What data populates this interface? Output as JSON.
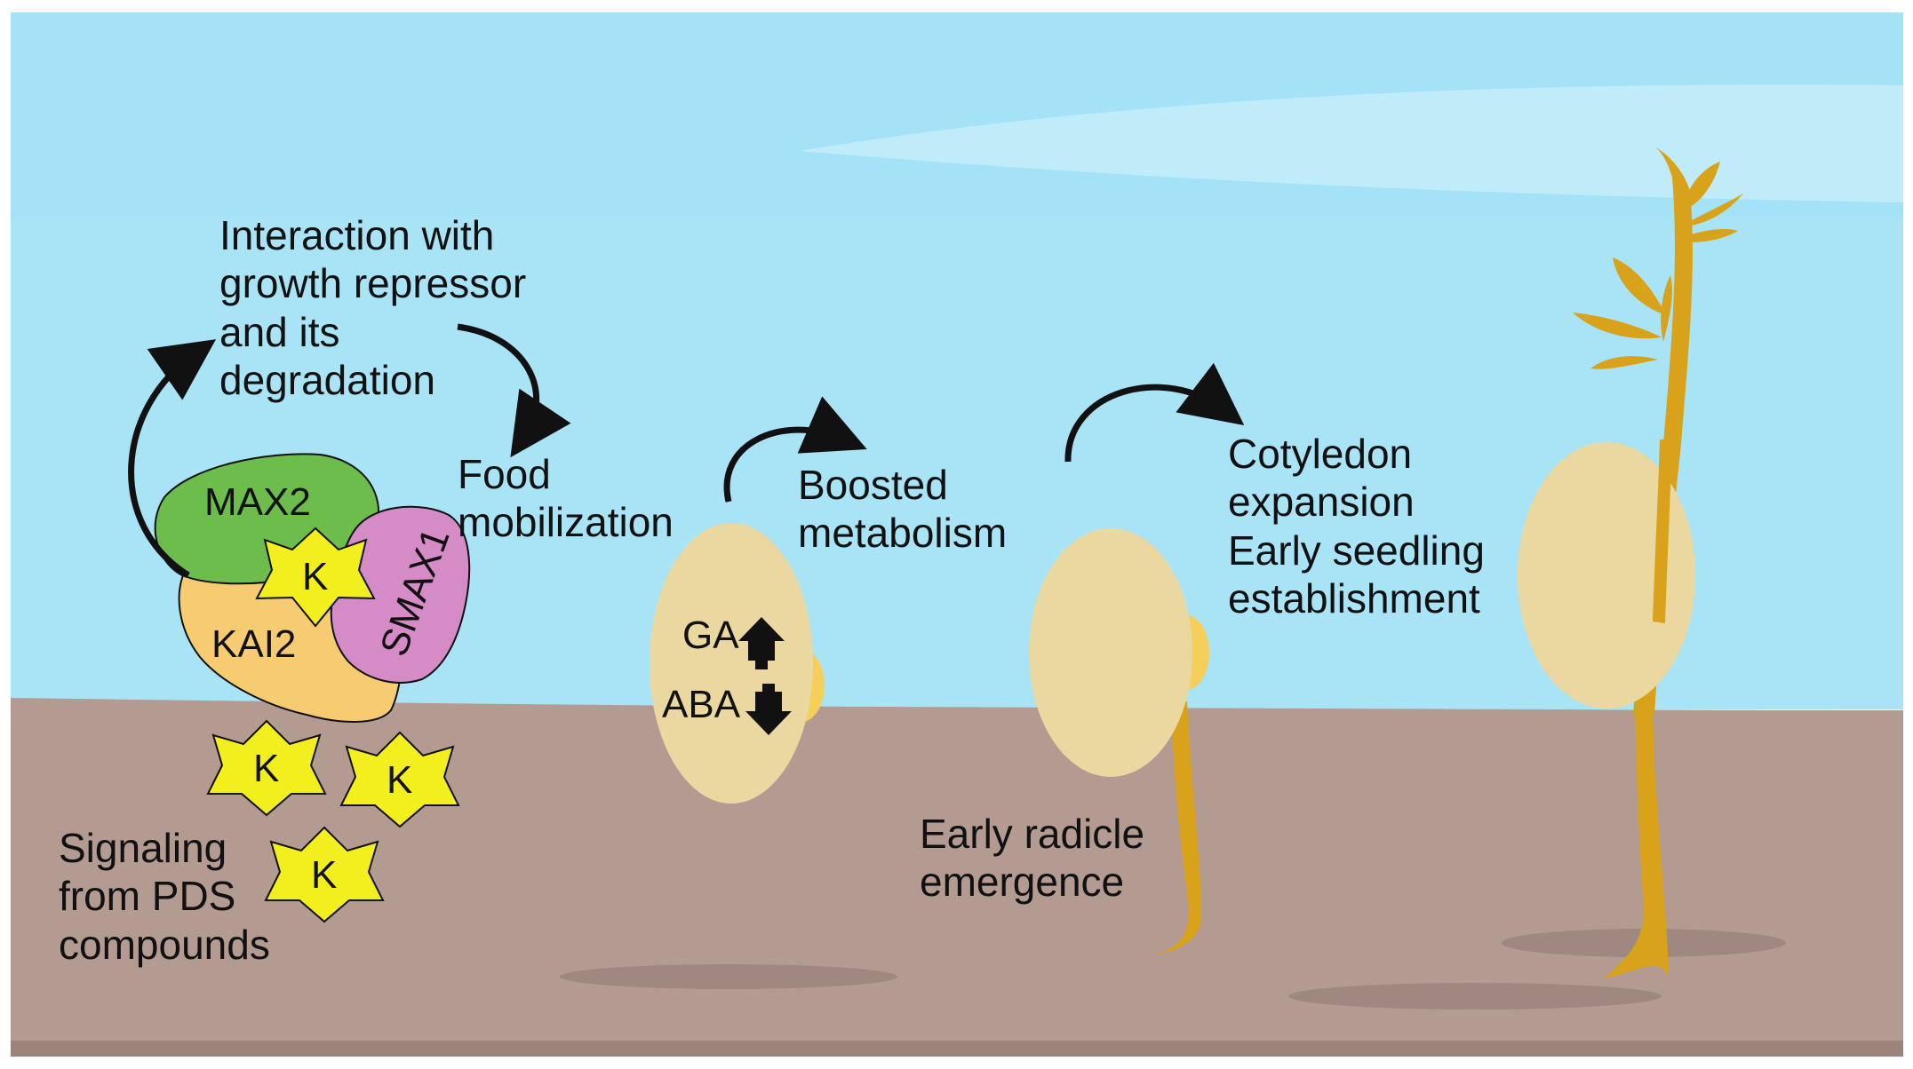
{
  "colors": {
    "sky": "#a9e4f6",
    "soil": "#b39b92",
    "seed": "#ead8a0",
    "embryo": "#f6cf5a",
    "stem": "#d8a21b",
    "max2": "#6cbd4c",
    "kai2": "#f7cb72",
    "smax1": "#d58bc6",
    "karrikin": "#f3ef1e"
  },
  "labels": {
    "interaction": "Interaction with\ngrowth repressor\nand its\ndegradation",
    "food": "Food\nmobilization",
    "boosted": "Boosted\nmetabolism",
    "cotyledon": "Cotyledon\nexpansion\nEarly seedling\nestablishment",
    "radicle": "Early radicle\nemergence",
    "signaling": "Signaling\nfrom PDS\ncompounds",
    "max2": "MAX2",
    "kai2": "KAI2",
    "smax1": "SMAX1",
    "ga": "GA",
    "aba": "ABA",
    "karrikin": "K"
  },
  "icons": {
    "ga_arrow": "up-arrow",
    "aba_arrow": "down-arrow"
  }
}
